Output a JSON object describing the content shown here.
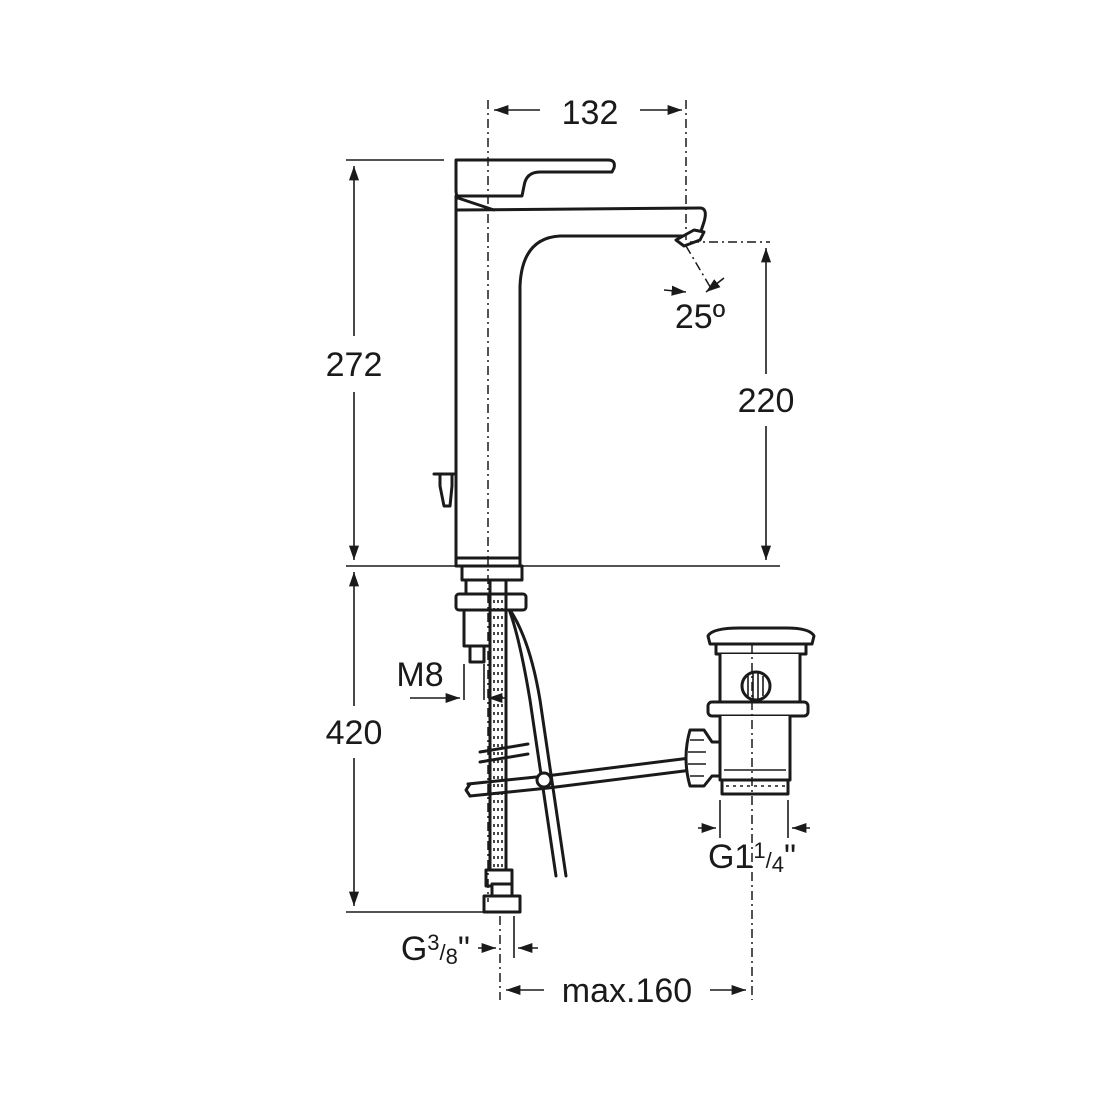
{
  "dimensions": {
    "width_top": "132",
    "height_total": "272",
    "spout_height": "220",
    "angle": "25º",
    "depth_below": "420",
    "thread_stud": "M8",
    "thread_hose_main": "G",
    "thread_hose_num": "3",
    "thread_hose_den": "8",
    "thread_hose_unit": "\"",
    "thread_waste_main": "G1",
    "thread_waste_num": "1",
    "thread_waste_den": "4",
    "thread_waste_unit": "\"",
    "max_distance": "max.160"
  }
}
